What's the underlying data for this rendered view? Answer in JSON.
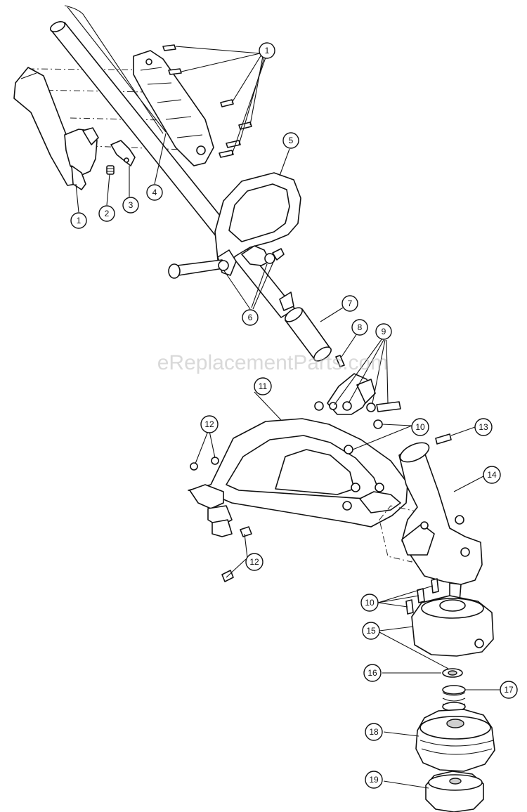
{
  "watermark": "eReplacementParts.com",
  "callouts": [
    {
      "id": "c1a",
      "label": "1"
    },
    {
      "id": "c1b",
      "label": "1"
    },
    {
      "id": "c2",
      "label": "2"
    },
    {
      "id": "c3",
      "label": "3"
    },
    {
      "id": "c4",
      "label": "4"
    },
    {
      "id": "c5",
      "label": "5"
    },
    {
      "id": "c6",
      "label": "6"
    },
    {
      "id": "c7",
      "label": "7"
    },
    {
      "id": "c8",
      "label": "8"
    },
    {
      "id": "c9",
      "label": "9"
    },
    {
      "id": "c10a",
      "label": "10"
    },
    {
      "id": "c10b",
      "label": "10"
    },
    {
      "id": "c11",
      "label": "11"
    },
    {
      "id": "c12a",
      "label": "12"
    },
    {
      "id": "c12b",
      "label": "12"
    },
    {
      "id": "c13",
      "label": "13"
    },
    {
      "id": "c14",
      "label": "14"
    },
    {
      "id": "c15",
      "label": "15"
    },
    {
      "id": "c16",
      "label": "16"
    },
    {
      "id": "c17",
      "label": "17"
    },
    {
      "id": "c18",
      "label": "18"
    },
    {
      "id": "c19",
      "label": "19"
    }
  ]
}
